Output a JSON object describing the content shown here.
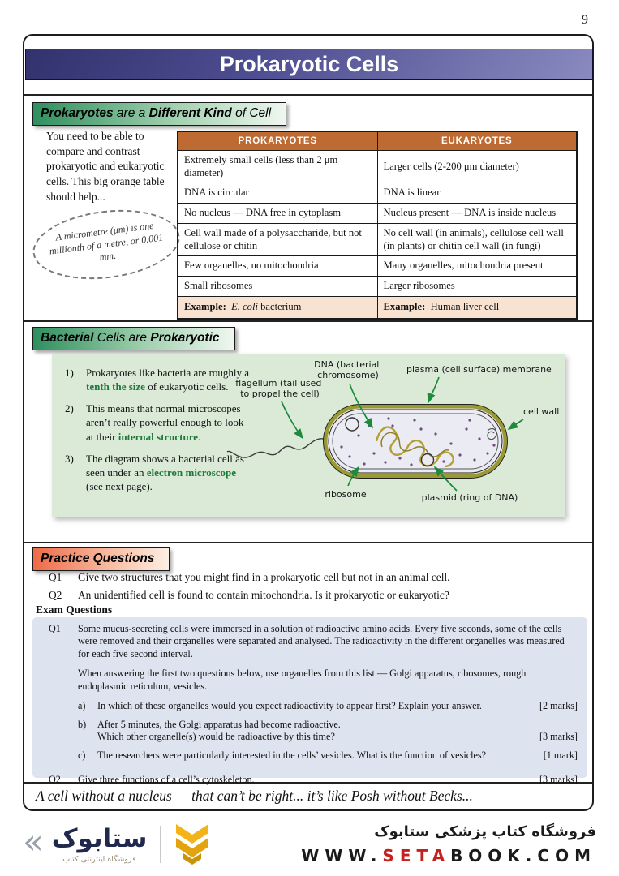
{
  "page": {
    "number": "9",
    "title": "Prokaryotic Cells",
    "joke": "A cell without a nucleus — that can’t be right... it’s like Posh without Becks..."
  },
  "sec1": {
    "h_p1": "Prokaryotes",
    "h_p2": " are a ",
    "h_p3": "Different Kind",
    "h_p4": " of ",
    "h_p5": "Cell",
    "intro": "You need to be able to compare and contrast prokaryotic and eukaryotic cells.  This big orange table should help...",
    "note": "A micrometre (μm) is one millionth of a metre, or 0.001 mm.",
    "table": {
      "col1": "PROKARYOTES",
      "col2": "EUKARYOTES",
      "rows": [
        {
          "l": "Extremely small cells (less than 2 μm diameter)",
          "r": "Larger cells (2-200 μm diameter)"
        },
        {
          "l": "DNA is circular",
          "r": "DNA is linear"
        },
        {
          "l": "No nucleus — DNA free in cytoplasm",
          "r": "Nucleus present — DNA is inside nucleus"
        },
        {
          "l": "Cell wall made of a polysaccharide, but not cellulose or chitin",
          "r": "No cell wall (in animals), cellulose cell wall (in plants) or chitin cell wall (in fungi)"
        },
        {
          "l": "Few organelles, no mitochondria",
          "r": "Many organelles, mitochondria present"
        },
        {
          "l": "Small ribosomes",
          "r": "Larger ribosomes"
        }
      ],
      "example_label": "Example:",
      "example_left_em": "E. coli",
      "example_left_rest": " bacterium",
      "example_right": "Human liver cell"
    }
  },
  "sec2": {
    "h_p1": "Bacterial",
    "h_p2": " Cells are ",
    "h_p3": "Prokaryotic",
    "points": [
      {
        "num": "1)",
        "pre": "Prokaryotes like bacteria are roughly a ",
        "em": "tenth the size",
        "post": " of eukaryotic cells."
      },
      {
        "num": "2)",
        "pre": "This means that normal microscopes aren’t really powerful enough to look at their ",
        "em": "internal structure",
        "post": "."
      },
      {
        "num": "3)",
        "pre": "The diagram shows a bacterial cell as seen under an ",
        "em": "electron microscope",
        "post": " (see next page)."
      }
    ],
    "labels": {
      "flagellum1": "flagellum (tail used",
      "flagellum2": "to propel the cell)",
      "dna1": "DNA (bacterial",
      "dna2": "chromosome)",
      "membrane": "plasma (cell surface) membrane",
      "cellwall": "cell wall",
      "ribosome": "ribosome",
      "plasmid": "plasmid (ring of DNA)"
    }
  },
  "practice": {
    "heading": "Practice Questions",
    "q1_label": "Q1",
    "q1": "Give two structures that you might find in a prokaryotic cell but not in an animal cell.",
    "q2_label": "Q2",
    "q2": "An unidentified cell is found to contain mitochondria.  Is it prokaryotic or eukaryotic?"
  },
  "exam": {
    "heading": "Exam Questions",
    "q1_label": "Q1",
    "q1_p1": "Some mucus-secreting cells were immersed in a solution of radioactive amino acids.  Every five seconds, some of the cells were removed and their organelles were separated and analysed.  The radioactivity in the different organelles was measured for each five second interval.",
    "q1_p2": "When answering the first two questions below, use organelles from this list — Golgi apparatus, ribosomes, rough endoplasmic reticulum, vesicles.",
    "a_label": "a)",
    "a_text": "In which of these organelles would you expect radioactivity to appear first?  Explain your answer.",
    "a_marks": "[2 marks]",
    "b_label": "b)",
    "b_text1": "After 5 minutes, the Golgi apparatus had become radioactive.",
    "b_text2": "Which other organelle(s) would be radioactive by this time?",
    "b_marks": "[3 marks]",
    "c_label": "c)",
    "c_text": "The researchers were particularly interested in the cells’ vesicles.  What is the function of vesicles?",
    "c_marks": "[1 mark]",
    "q2_label": "Q2",
    "q2": "Give three functions of a cell’s cytoskeleton.",
    "q2_marks": "[3 marks]"
  },
  "footer": {
    "chevron_glyph": "«",
    "logo_word": "ستابوک",
    "logo_caption": "فروشگاه اینترنتی کتاب",
    "tagline": "فروشگاه کتاب پزشکی ستابوک",
    "url_www": "WWW.",
    "url_seta": "SETA",
    "url_book": "BOOK.COM"
  }
}
